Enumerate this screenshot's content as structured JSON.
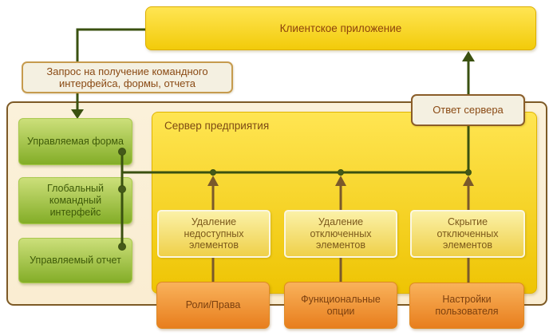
{
  "client": {
    "label": "Клиентское приложение"
  },
  "server": {
    "label": "Сервер предприятия"
  },
  "request_label": {
    "text": "Запрос на получение командного интерфейса, формы, отчета"
  },
  "response_label": {
    "text": "Ответ сервера"
  },
  "client_objects": [
    {
      "label": "Управляемая форма"
    },
    {
      "label": "Глобальный командный интерфейс"
    },
    {
      "label": "Управляемый отчет"
    }
  ],
  "server_operations": [
    {
      "label": "Удаление недоступных элементов"
    },
    {
      "label": "Удаление отключенных элементов"
    },
    {
      "label": "Скрытие отключенных элементов"
    }
  ],
  "data_sources": [
    {
      "label": "Роли/Права"
    },
    {
      "label": "Функциональные опции"
    },
    {
      "label": "Настройки пользователя"
    }
  ],
  "colors": {
    "yellow_top": "#FFE553",
    "yellow_bottom": "#EEC403",
    "green_top": "#CCDF7A",
    "green_bottom": "#83AD27",
    "pale_yellow_top": "#FBF1A8",
    "pale_yellow_bottom": "#EFD049",
    "orange_top": "#F9B25B",
    "orange_bottom": "#E87E1D",
    "container_fill": "#FBF1DA",
    "container_border": "#7D5A26",
    "note_fill": "#F4F0E1",
    "line_green": "#3A5110",
    "line_brown": "#7A592B",
    "text_brown": "#7C4A14",
    "text_green": "#3E5A08",
    "text_client": "#8D420C"
  }
}
